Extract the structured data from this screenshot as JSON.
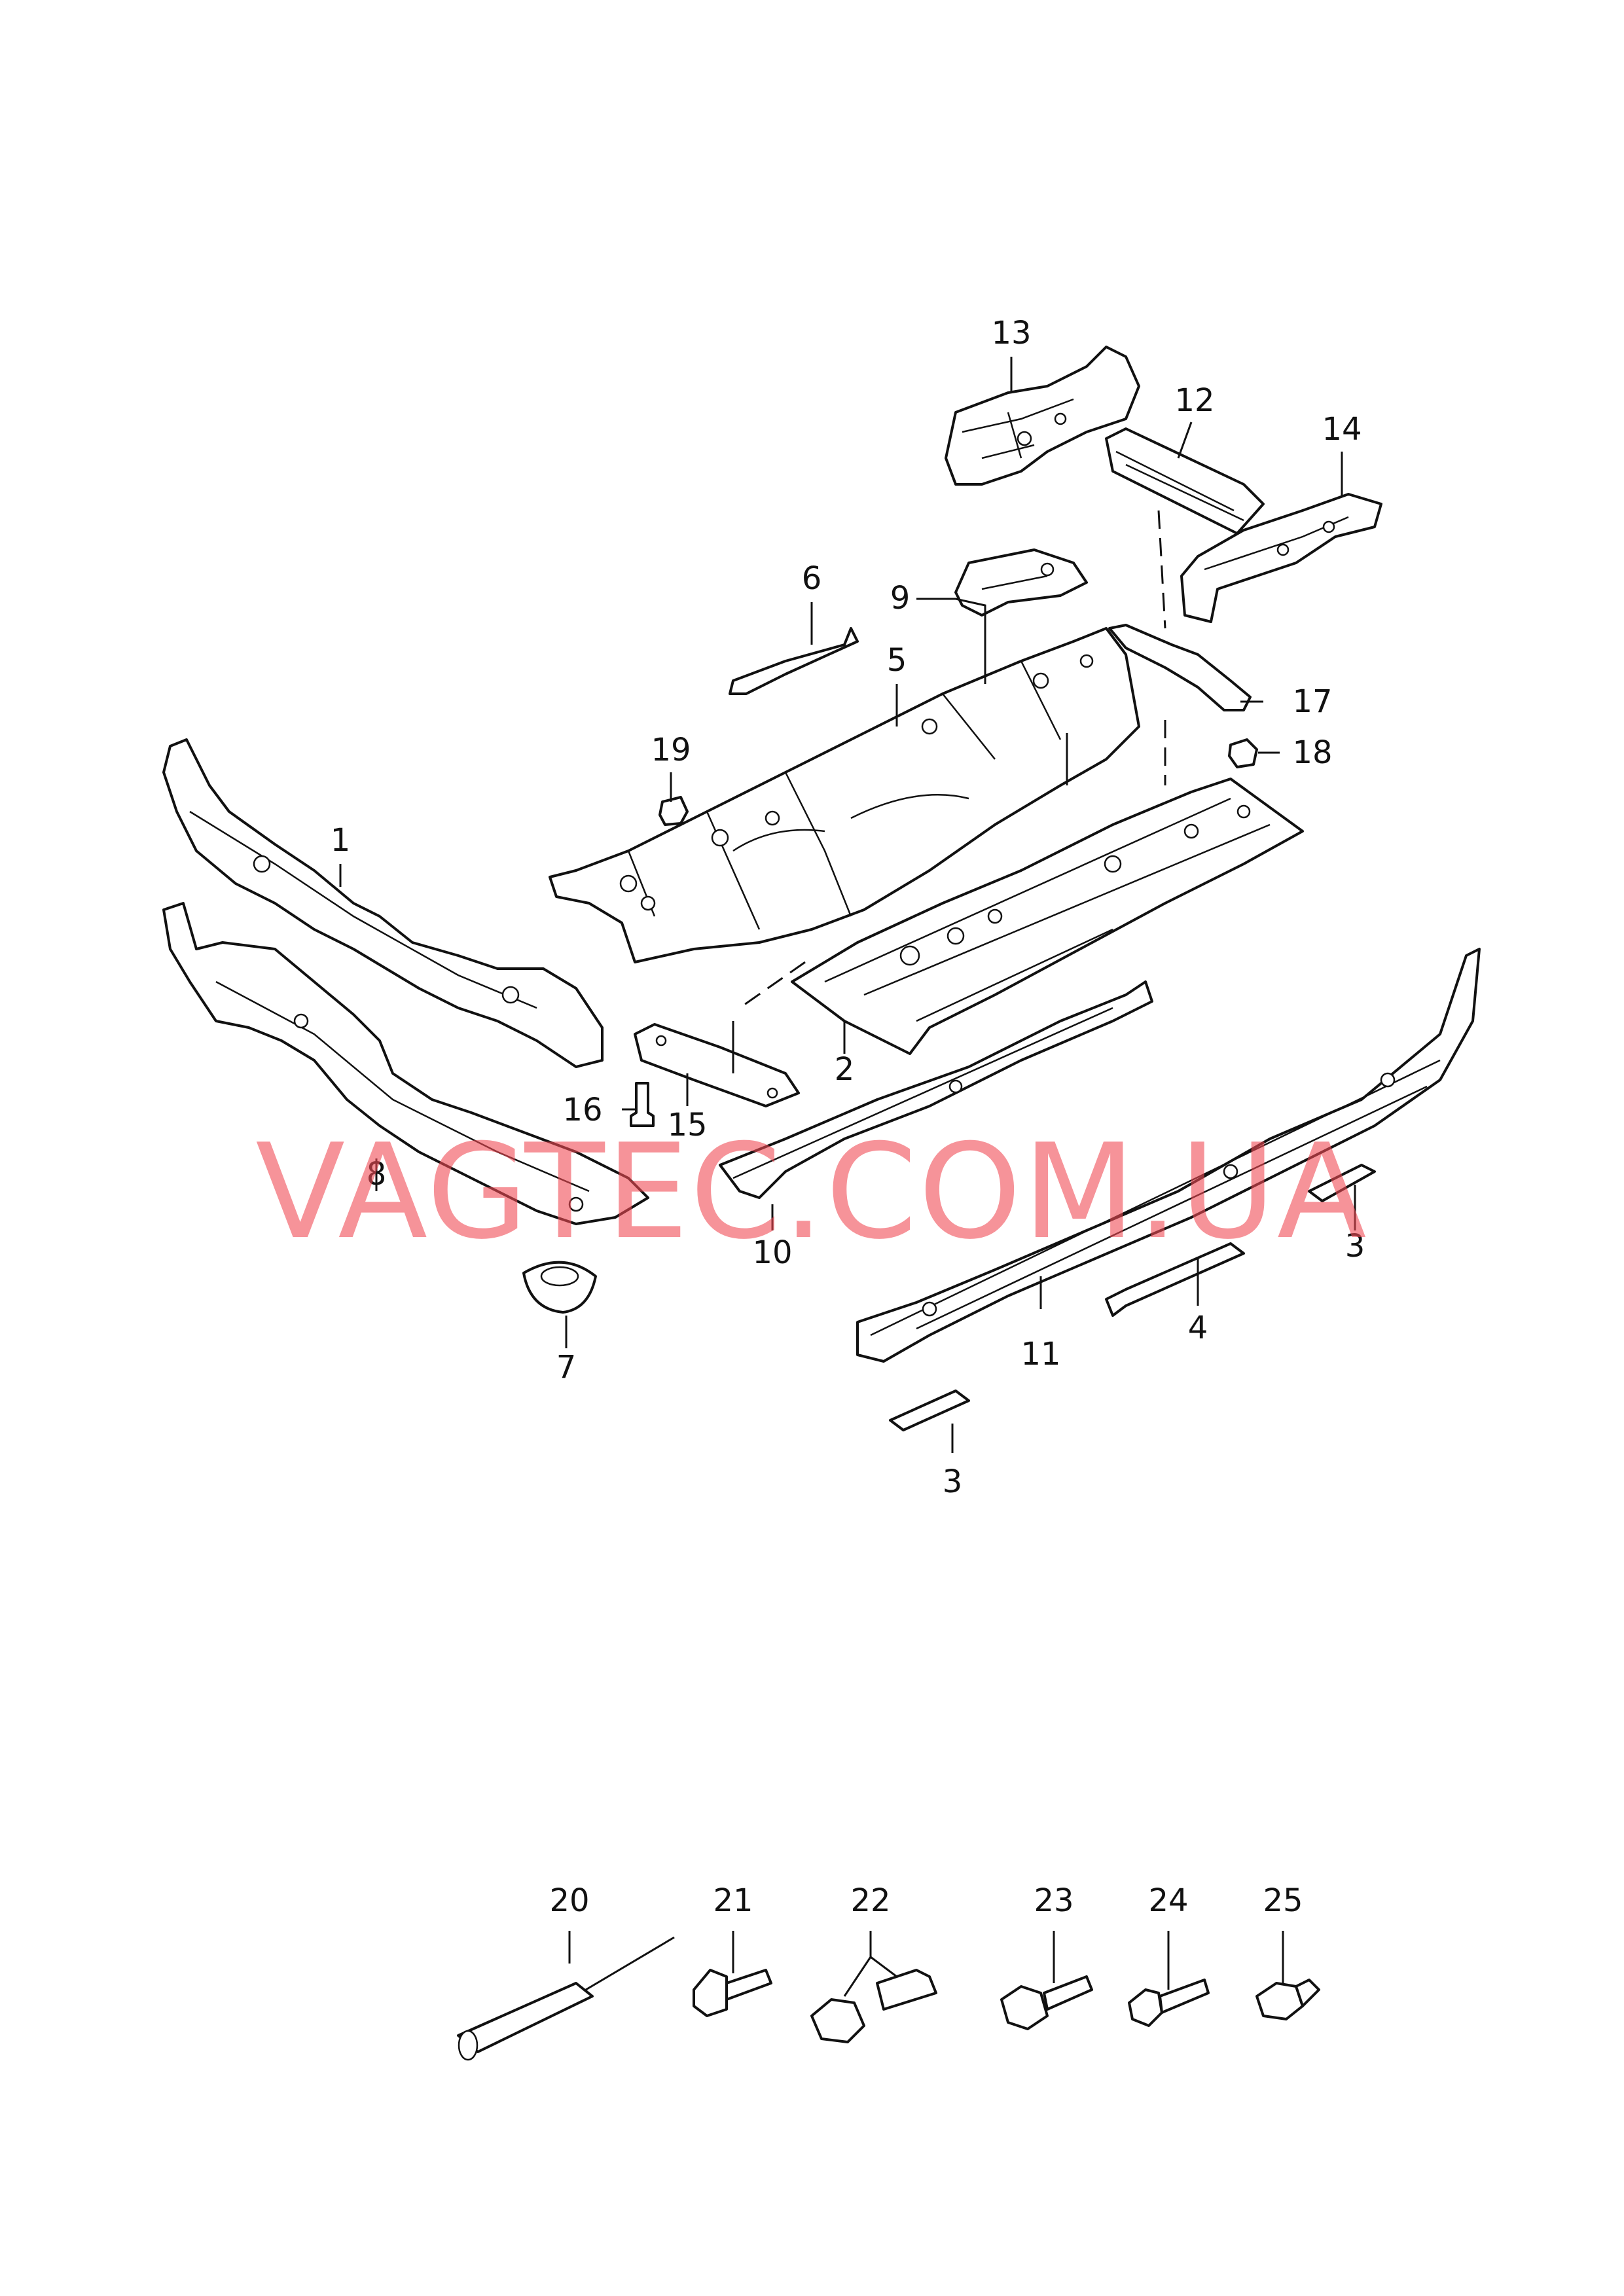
{
  "watermark": "VAGTEC.COM.UA",
  "callouts": {
    "c1": "1",
    "c2": "2",
    "c3a": "3",
    "c3b": "3",
    "c4": "4",
    "c5": "5",
    "c6": "6",
    "c7": "7",
    "c8": "8",
    "c9": "9",
    "c10": "10",
    "c11": "11",
    "c12": "12",
    "c13": "13",
    "c14": "14",
    "c15": "15",
    "c16": "16",
    "c17": "17",
    "c18": "18",
    "c19": "19",
    "c20": "20",
    "c21": "21",
    "c22": "22",
    "c23": "23",
    "c24": "24",
    "c25": "25"
  },
  "colors": {
    "line": "#111111",
    "watermark": "#f04b55",
    "background": "#ffffff"
  }
}
